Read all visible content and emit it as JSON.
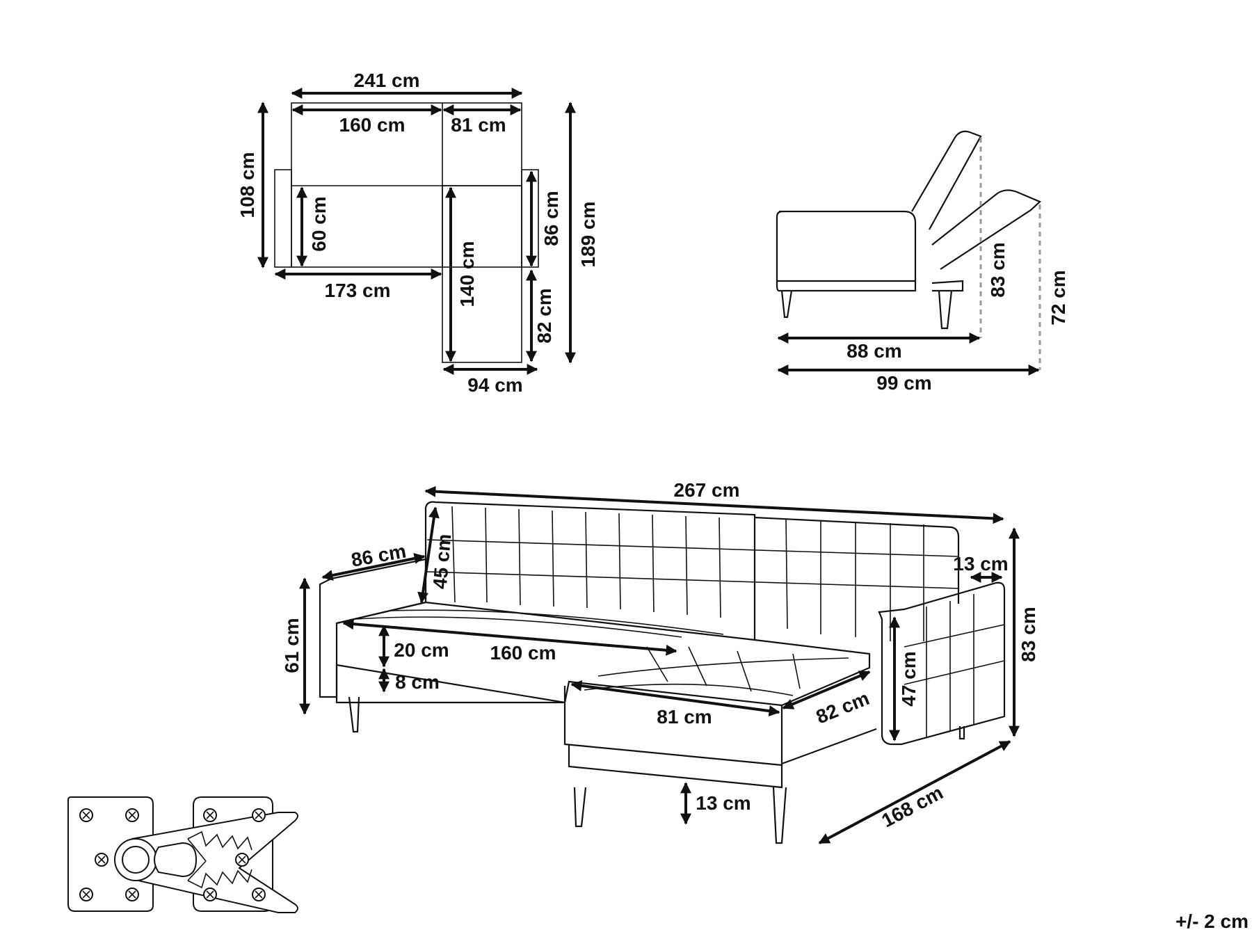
{
  "colors": {
    "ink": "#111111",
    "dash": "#9a9a9a",
    "background": "#ffffff"
  },
  "top_view": {
    "total_width": "241 cm",
    "seat_width": "160 cm",
    "chaise_width": "81 cm",
    "depth": "108 cm",
    "seat_depth": "60 cm",
    "front_length": "173 cm",
    "chaise_inner_length": "140 cm",
    "total_length": "189 cm",
    "armrest_depth": "86 cm",
    "chaise_tail": "82 cm",
    "chaise_depth": "94 cm"
  },
  "side_view": {
    "depth_upright": "88 cm",
    "depth_reclined": "99 cm",
    "height_upright": "83 cm",
    "height_reclined": "72 cm"
  },
  "perspective_view": {
    "total_width": "267 cm",
    "armrest_length": "86 cm",
    "backrest_height": "45 cm",
    "arm_height": "61 cm",
    "cushion_height": "20 cm",
    "seat_length": "160 cm",
    "base_height": "8 cm",
    "chaise_front": "81 cm",
    "chaise_side": "82 cm",
    "arm_width": "13 cm",
    "inner_arm_height": "47 cm",
    "total_height": "83 cm",
    "leg_height": "13 cm",
    "total_depth": "168 cm"
  },
  "icons": [
    "hinge-mechanism-icon"
  ],
  "tolerance": "+/- 2 cm"
}
